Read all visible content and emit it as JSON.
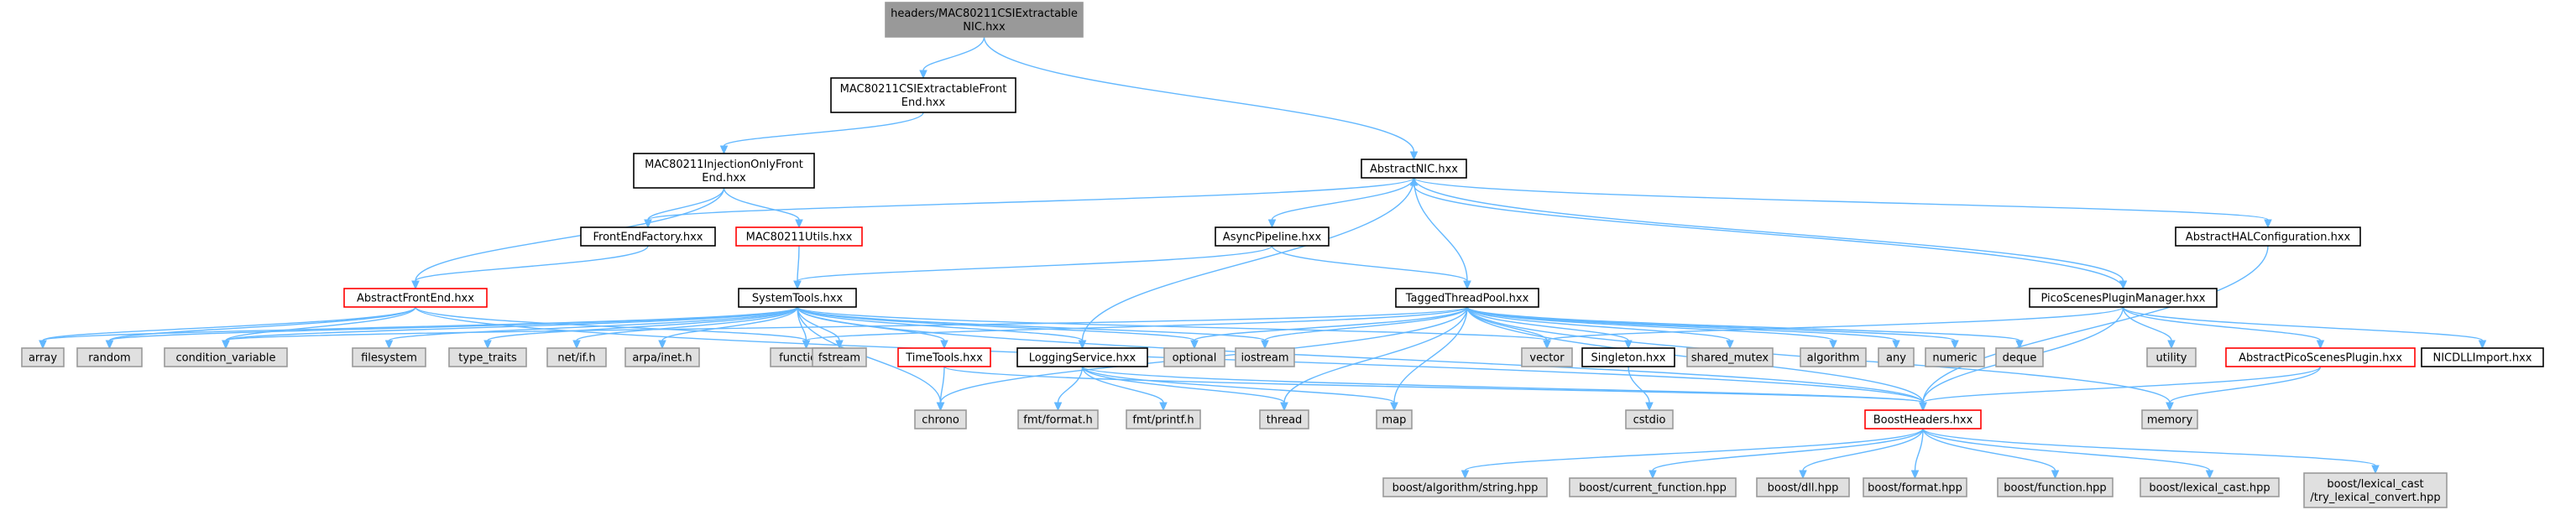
{
  "title": "",
  "colors": {
    "edge": "#63b8ff",
    "root_fill": "#999999",
    "header_fill": "#ffffff",
    "header_border": "#000000",
    "truncated_border": "#ff0000",
    "system_fill": "#e0e0e0",
    "system_border": "#999999"
  },
  "nodes": [
    {
      "id": "root",
      "label": "headers/MAC80211CSIExtractable NIC.hxx",
      "lines": [
        "headers/MAC80211CSIExtractable",
        "NIC.hxx"
      ],
      "kind": "root"
    },
    {
      "id": "frontend",
      "label": "MAC80211CSIExtractableFront End.hxx",
      "lines": [
        "MAC80211CSIExtractableFront",
        "End.hxx"
      ],
      "kind": "header"
    },
    {
      "id": "injection",
      "label": "MAC80211InjectionOnlyFront End.hxx",
      "lines": [
        "MAC80211InjectionOnlyFront",
        "End.hxx"
      ],
      "kind": "header"
    },
    {
      "id": "abstractnic",
      "label": "AbstractNIC.hxx",
      "lines": [
        "AbstractNIC.hxx"
      ],
      "kind": "header"
    },
    {
      "id": "frontendfactory",
      "label": "FrontEndFactory.hxx",
      "lines": [
        "FrontEndFactory.hxx"
      ],
      "kind": "header"
    },
    {
      "id": "utils",
      "label": "MAC80211Utils.hxx",
      "lines": [
        "MAC80211Utils.hxx"
      ],
      "kind": "truncated"
    },
    {
      "id": "asyncpipeline",
      "label": "AsyncPipeline.hxx",
      "lines": [
        "AsyncPipeline.hxx"
      ],
      "kind": "header"
    },
    {
      "id": "halconfig",
      "label": "AbstractHALConfiguration.hxx",
      "lines": [
        "AbstractHALConfiguration.hxx"
      ],
      "kind": "header"
    },
    {
      "id": "abstractfrontend",
      "label": "AbstractFrontEnd.hxx",
      "lines": [
        "AbstractFrontEnd.hxx"
      ],
      "kind": "truncated"
    },
    {
      "id": "systemtools",
      "label": "SystemTools.hxx",
      "lines": [
        "SystemTools.hxx"
      ],
      "kind": "header"
    },
    {
      "id": "taggedthreadpool",
      "label": "TaggedThreadPool.hxx",
      "lines": [
        "TaggedThreadPool.hxx"
      ],
      "kind": "header"
    },
    {
      "id": "pluginmanager",
      "label": "PicoScenesPluginManager.hxx",
      "lines": [
        "PicoScenesPluginManager.hxx"
      ],
      "kind": "header"
    },
    {
      "id": "array",
      "label": "array",
      "lines": [
        "array"
      ],
      "kind": "system"
    },
    {
      "id": "random",
      "label": "random",
      "lines": [
        "random"
      ],
      "kind": "system"
    },
    {
      "id": "condvar",
      "label": "condition_variable",
      "lines": [
        "condition_variable"
      ],
      "kind": "system"
    },
    {
      "id": "filesystem",
      "label": "filesystem",
      "lines": [
        "filesystem"
      ],
      "kind": "system"
    },
    {
      "id": "typetraits",
      "label": "type_traits",
      "lines": [
        "type_traits"
      ],
      "kind": "system"
    },
    {
      "id": "netif",
      "label": "net/if.h",
      "lines": [
        "net/if.h"
      ],
      "kind": "system"
    },
    {
      "id": "arpainet",
      "label": "arpa/inet.h",
      "lines": [
        "arpa/inet.h"
      ],
      "kind": "system"
    },
    {
      "id": "functional",
      "label": "functional",
      "lines": [
        "functional"
      ],
      "kind": "system"
    },
    {
      "id": "fstream",
      "label": "fstream",
      "lines": [
        "fstream"
      ],
      "kind": "system"
    },
    {
      "id": "timetools",
      "label": "TimeTools.hxx",
      "lines": [
        "TimeTools.hxx"
      ],
      "kind": "truncated"
    },
    {
      "id": "loggingservice",
      "label": "LoggingService.hxx",
      "lines": [
        "LoggingService.hxx"
      ],
      "kind": "header"
    },
    {
      "id": "optional",
      "label": "optional",
      "lines": [
        "optional"
      ],
      "kind": "system"
    },
    {
      "id": "iostream",
      "label": "iostream",
      "lines": [
        "iostream"
      ],
      "kind": "system"
    },
    {
      "id": "vector",
      "label": "vector",
      "lines": [
        "vector"
      ],
      "kind": "system"
    },
    {
      "id": "singleton",
      "label": "Singleton.hxx",
      "lines": [
        "Singleton.hxx"
      ],
      "kind": "header"
    },
    {
      "id": "sharedmutex",
      "label": "shared_mutex",
      "lines": [
        "shared_mutex"
      ],
      "kind": "system"
    },
    {
      "id": "algorithm",
      "label": "algorithm",
      "lines": [
        "algorithm"
      ],
      "kind": "system"
    },
    {
      "id": "any",
      "label": "any",
      "lines": [
        "any"
      ],
      "kind": "system"
    },
    {
      "id": "numeric",
      "label": "numeric",
      "lines": [
        "numeric"
      ],
      "kind": "system"
    },
    {
      "id": "deque",
      "label": "deque",
      "lines": [
        "deque"
      ],
      "kind": "system"
    },
    {
      "id": "utility",
      "label": "utility",
      "lines": [
        "utility"
      ],
      "kind": "system"
    },
    {
      "id": "abstractplugin",
      "label": "AbstractPicoScenesPlugin.hxx",
      "lines": [
        "AbstractPicoScenesPlugin.hxx"
      ],
      "kind": "truncated"
    },
    {
      "id": "nicdll",
      "label": "NICDLLImport.hxx",
      "lines": [
        "NICDLLImport.hxx"
      ],
      "kind": "header"
    },
    {
      "id": "chrono",
      "label": "chrono",
      "lines": [
        "chrono"
      ],
      "kind": "system"
    },
    {
      "id": "fmtformat",
      "label": "fmt/format.h",
      "lines": [
        "fmt/format.h"
      ],
      "kind": "system"
    },
    {
      "id": "fmtprintf",
      "label": "fmt/printf.h",
      "lines": [
        "fmt/printf.h"
      ],
      "kind": "system"
    },
    {
      "id": "thread",
      "label": "thread",
      "lines": [
        "thread"
      ],
      "kind": "system"
    },
    {
      "id": "map",
      "label": "map",
      "lines": [
        "map"
      ],
      "kind": "system"
    },
    {
      "id": "boostheaders",
      "label": "BoostHeaders.hxx",
      "lines": [
        "BoostHeaders.hxx"
      ],
      "kind": "truncated"
    },
    {
      "id": "memory",
      "label": "memory",
      "lines": [
        "memory"
      ],
      "kind": "system"
    },
    {
      "id": "cstdio",
      "label": "cstdio",
      "lines": [
        "cstdio"
      ],
      "kind": "system"
    },
    {
      "id": "bstring",
      "label": "boost/algorithm/string.hpp",
      "lines": [
        "boost/algorithm/string.hpp"
      ],
      "kind": "system"
    },
    {
      "id": "bcurfunc",
      "label": "boost/current_function.hpp",
      "lines": [
        "boost/current_function.hpp"
      ],
      "kind": "system"
    },
    {
      "id": "bdll",
      "label": "boost/dll.hpp",
      "lines": [
        "boost/dll.hpp"
      ],
      "kind": "system"
    },
    {
      "id": "bformat",
      "label": "boost/format.hpp",
      "lines": [
        "boost/format.hpp"
      ],
      "kind": "system"
    },
    {
      "id": "bfunction",
      "label": "boost/function.hpp",
      "lines": [
        "boost/function.hpp"
      ],
      "kind": "system"
    },
    {
      "id": "blexcast",
      "label": "boost/lexical_cast.hpp",
      "lines": [
        "boost/lexical_cast.hpp"
      ],
      "kind": "system"
    },
    {
      "id": "btrylex",
      "label": "boost/lexical_cast /try_lexical_convert.hpp",
      "lines": [
        "boost/lexical_cast",
        "/try_lexical_convert.hpp"
      ],
      "kind": "system"
    }
  ],
  "edges": [
    [
      "root",
      "frontend"
    ],
    [
      "root",
      "abstractnic"
    ],
    [
      "frontend",
      "injection"
    ],
    [
      "injection",
      "frontendfactory"
    ],
    [
      "injection",
      "utils"
    ],
    [
      "injection",
      "abstractfrontend"
    ],
    [
      "abstractnic",
      "frontendfactory"
    ],
    [
      "abstractnic",
      "asyncpipeline"
    ],
    [
      "abstractnic",
      "taggedthreadpool"
    ],
    [
      "abstractnic",
      "loggingservice"
    ],
    [
      "abstractnic",
      "halconfig"
    ],
    [
      "abstractnic",
      "pluginmanager"
    ],
    [
      "frontendfactory",
      "abstractfrontend"
    ],
    [
      "utils",
      "systemtools"
    ],
    [
      "asyncpipeline",
      "systemtools"
    ],
    [
      "asyncpipeline",
      "taggedthreadpool"
    ],
    [
      "halconfig",
      "boostheaders"
    ],
    [
      "abstractfrontend",
      "array"
    ],
    [
      "abstractfrontend",
      "random"
    ],
    [
      "abstractfrontend",
      "condvar"
    ],
    [
      "abstractfrontend",
      "functional"
    ],
    [
      "abstractfrontend",
      "boostheaders"
    ],
    [
      "systemtools",
      "array"
    ],
    [
      "systemtools",
      "random"
    ],
    [
      "systemtools",
      "condvar"
    ],
    [
      "systemtools",
      "filesystem"
    ],
    [
      "systemtools",
      "typetraits"
    ],
    [
      "systemtools",
      "netif"
    ],
    [
      "systemtools",
      "arpainet"
    ],
    [
      "systemtools",
      "functional"
    ],
    [
      "systemtools",
      "fstream"
    ],
    [
      "systemtools",
      "timetools"
    ],
    [
      "systemtools",
      "loggingservice"
    ],
    [
      "systemtools",
      "optional"
    ],
    [
      "systemtools",
      "iostream"
    ],
    [
      "systemtools",
      "vector"
    ],
    [
      "systemtools",
      "chrono"
    ],
    [
      "systemtools",
      "boostheaders"
    ],
    [
      "timetools",
      "chrono"
    ],
    [
      "timetools",
      "boostheaders"
    ],
    [
      "loggingservice",
      "fmtformat"
    ],
    [
      "loggingservice",
      "fmtprintf"
    ],
    [
      "loggingservice",
      "thread"
    ],
    [
      "loggingservice",
      "map"
    ],
    [
      "loggingservice",
      "boostheaders"
    ],
    [
      "taggedthreadpool",
      "condvar"
    ],
    [
      "taggedthreadpool",
      "functional"
    ],
    [
      "taggedthreadpool",
      "optional"
    ],
    [
      "taggedthreadpool",
      "iostream"
    ],
    [
      "taggedthreadpool",
      "vector"
    ],
    [
      "taggedthreadpool",
      "singleton"
    ],
    [
      "taggedthreadpool",
      "sharedmutex"
    ],
    [
      "taggedthreadpool",
      "algorithm"
    ],
    [
      "taggedthreadpool",
      "any"
    ],
    [
      "taggedthreadpool",
      "numeric"
    ],
    [
      "taggedthreadpool",
      "deque"
    ],
    [
      "taggedthreadpool",
      "chrono"
    ],
    [
      "taggedthreadpool",
      "thread"
    ],
    [
      "taggedthreadpool",
      "map"
    ],
    [
      "taggedthreadpool",
      "memory"
    ],
    [
      "taggedthreadpool",
      "boostheaders"
    ],
    [
      "singleton",
      "cstdio"
    ],
    [
      "pluginmanager",
      "abstractnic"
    ],
    [
      "pluginmanager",
      "vector"
    ],
    [
      "pluginmanager",
      "utility"
    ],
    [
      "pluginmanager",
      "abstractplugin"
    ],
    [
      "pluginmanager",
      "nicdll"
    ],
    [
      "pluginmanager",
      "boostheaders"
    ],
    [
      "abstractplugin",
      "boostheaders"
    ],
    [
      "abstractplugin",
      "memory"
    ],
    [
      "boostheaders",
      "bstring"
    ],
    [
      "boostheaders",
      "bcurfunc"
    ],
    [
      "boostheaders",
      "bdll"
    ],
    [
      "boostheaders",
      "bformat"
    ],
    [
      "boostheaders",
      "bfunction"
    ],
    [
      "boostheaders",
      "blexcast"
    ],
    [
      "boostheaders",
      "btrylex"
    ]
  ]
}
